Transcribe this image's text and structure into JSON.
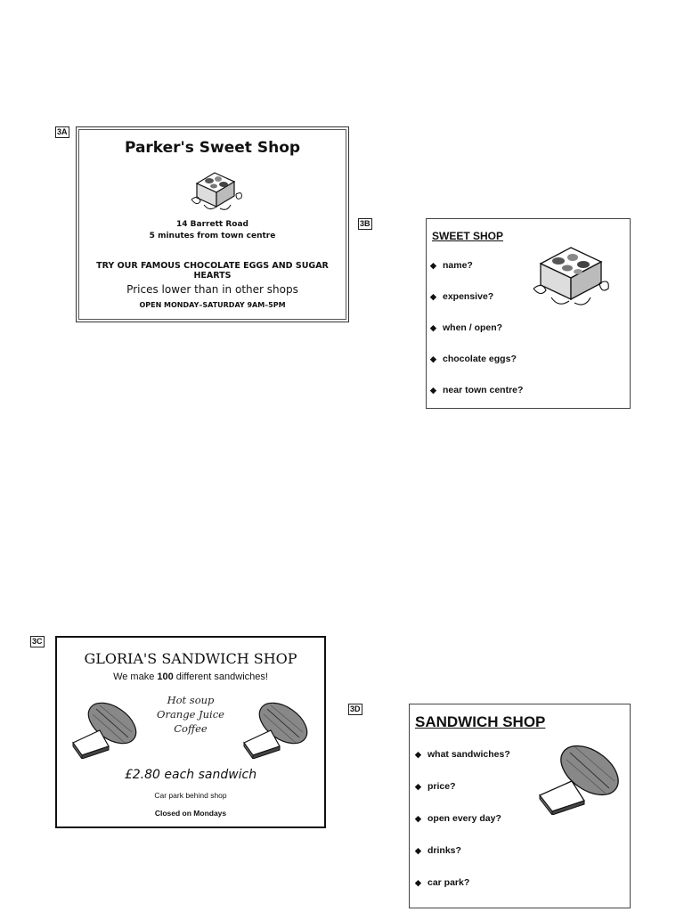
{
  "card_3a": {
    "tag": "3A",
    "title": "Parker's Sweet Shop",
    "address_line1": "14 Barrett Road",
    "address_line2": "5 minutes from town centre",
    "promo": "TRY OUR FAMOUS CHOCOLATE EGGS AND SUGAR HEARTS",
    "prices": "Prices lower than in other shops",
    "hours": "OPEN MONDAY–SATURDAY 9AM–5PM",
    "image_icon": "chocolate-box-icon"
  },
  "card_3b": {
    "tag": "3B",
    "title": "SWEET SHOP",
    "bullet": "◆",
    "items": [
      "name?",
      "expensive?",
      "when / open?",
      "chocolate eggs?",
      "near town centre?"
    ],
    "image_icon": "chocolate-box-icon"
  },
  "card_3c": {
    "tag": "3C",
    "title": "GLORIA'S SANDWICH SHOP",
    "sub_before": "We make ",
    "sub_bold": "100",
    "sub_after": " different sandwiches!",
    "menu": [
      "Hot soup",
      "Orange Juice",
      "Coffee"
    ],
    "price": "£2.80 each sandwich",
    "parking": "Car park behind shop",
    "closed": "Closed on Mondays",
    "image_icon": "sandwich-icon"
  },
  "card_3d": {
    "tag": "3D",
    "title": "SANDWICH SHOP",
    "bullet": "◆",
    "items": [
      "what sandwiches?",
      "price?",
      "open every day?",
      "drinks?",
      "car park?"
    ],
    "image_icon": "sandwich-icon"
  }
}
